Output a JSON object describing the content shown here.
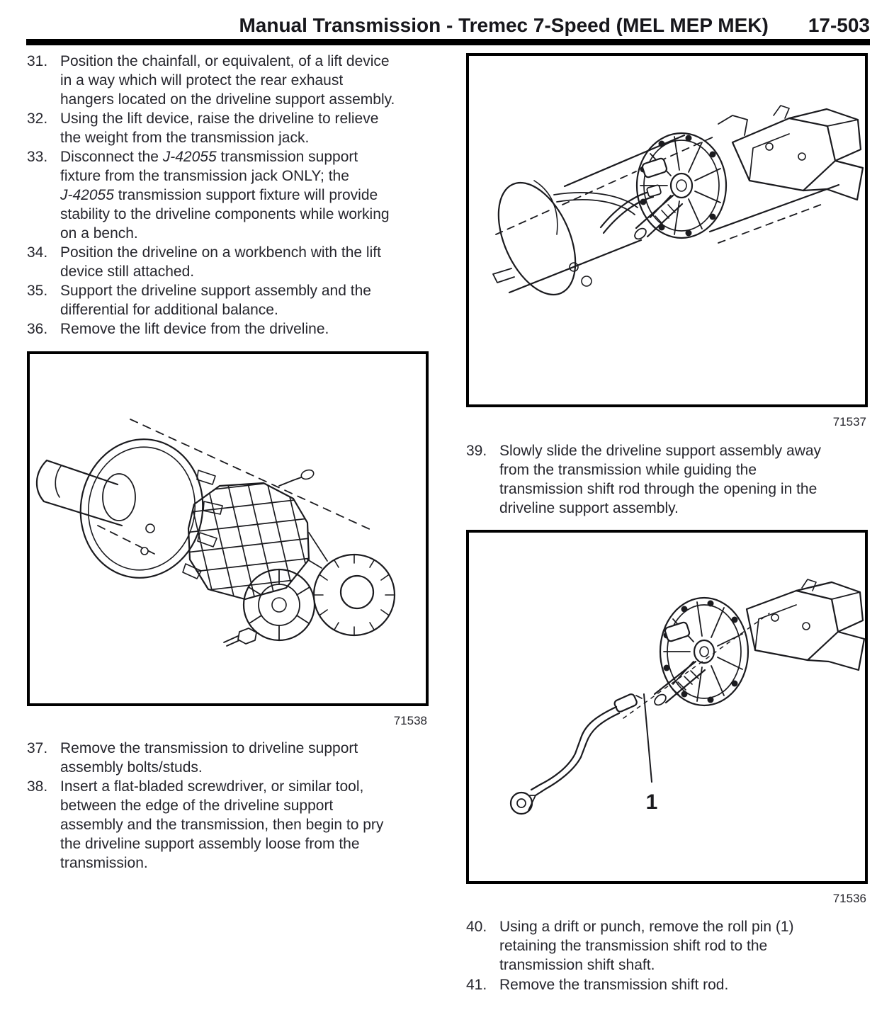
{
  "document": {
    "header": {
      "title": "Manual Transmission - Tremec 7-Speed (MEL MEP MEK)",
      "page_number": "17-503"
    },
    "italic_token": "J-42055",
    "steps": {
      "s31": {
        "num": "31.",
        "lines": [
          "Position the chainfall, or equivalent, of a lift device",
          "in a way which will protect the rear exhaust",
          "hangers located on the driveline support assembly."
        ]
      },
      "s32": {
        "num": "32.",
        "lines": [
          "Using the lift device, raise the driveline to relieve",
          "the weight from the transmission jack."
        ]
      },
      "s33": {
        "num": "33.",
        "lines": [
          "Disconnect the J-42055 transmission support",
          "fixture from the transmission jack ONLY; the",
          "J-42055 transmission support fixture will provide",
          "stability to the driveline components while working",
          "on a bench."
        ]
      },
      "s34": {
        "num": "34.",
        "lines": [
          "Position the driveline on a workbench with the lift",
          "device still attached."
        ]
      },
      "s35": {
        "num": "35.",
        "lines": [
          "Support the driveline support assembly and the",
          "differential for additional balance."
        ]
      },
      "s36": {
        "num": "36.",
        "lines": [
          "Remove the lift device from the driveline."
        ]
      },
      "s37": {
        "num": "37.",
        "lines": [
          "Remove the transmission to driveline support",
          "assembly bolts/studs."
        ]
      },
      "s38": {
        "num": "38.",
        "lines": [
          "Insert a flat-bladed screwdriver, or similar tool,",
          "between the edge of the driveline support",
          "assembly and the transmission, then begin to pry",
          "the driveline support assembly loose from the",
          "transmission."
        ]
      },
      "s39": {
        "num": "39.",
        "lines": [
          "Slowly slide the driveline support assembly away",
          "from the transmission while guiding the",
          "transmission shift rod through the opening in the",
          "driveline support assembly."
        ]
      },
      "s40": {
        "num": "40.",
        "lines": [
          "Using a drift or punch, remove the roll pin (1)",
          "retaining the transmission shift rod to the",
          "transmission shift shaft."
        ]
      },
      "s41": {
        "num": "41.",
        "lines": [
          "Remove the transmission shift rod."
        ]
      }
    },
    "figures": {
      "f71537": {
        "caption": "71537"
      },
      "f71538": {
        "caption": "71538"
      },
      "f71536": {
        "caption": "71536",
        "callout_label": "1"
      }
    }
  }
}
